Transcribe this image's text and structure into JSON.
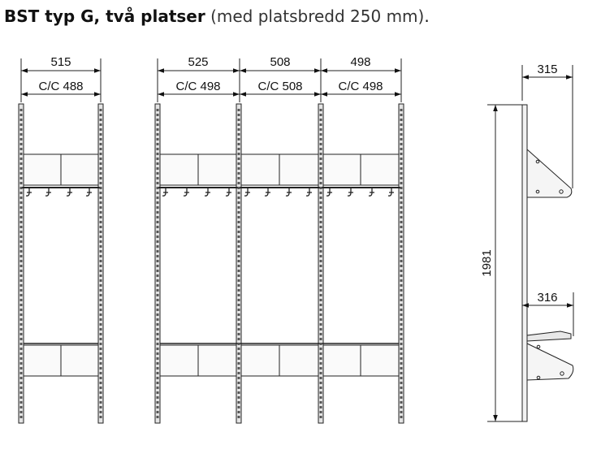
{
  "heading": {
    "bold": "BST typ G, två platser",
    "light": "(med platsbredd 250 mm)",
    "period": "."
  },
  "front_single": {
    "width": "515",
    "cc": "C/C 488"
  },
  "front_triple": {
    "widths": [
      "525",
      "508",
      "498"
    ],
    "cc": [
      "C/C 498",
      "C/C 508",
      "C/C 498"
    ]
  },
  "side_view": {
    "height": "1981",
    "top_depth": "315",
    "bottom_depth": "316"
  }
}
